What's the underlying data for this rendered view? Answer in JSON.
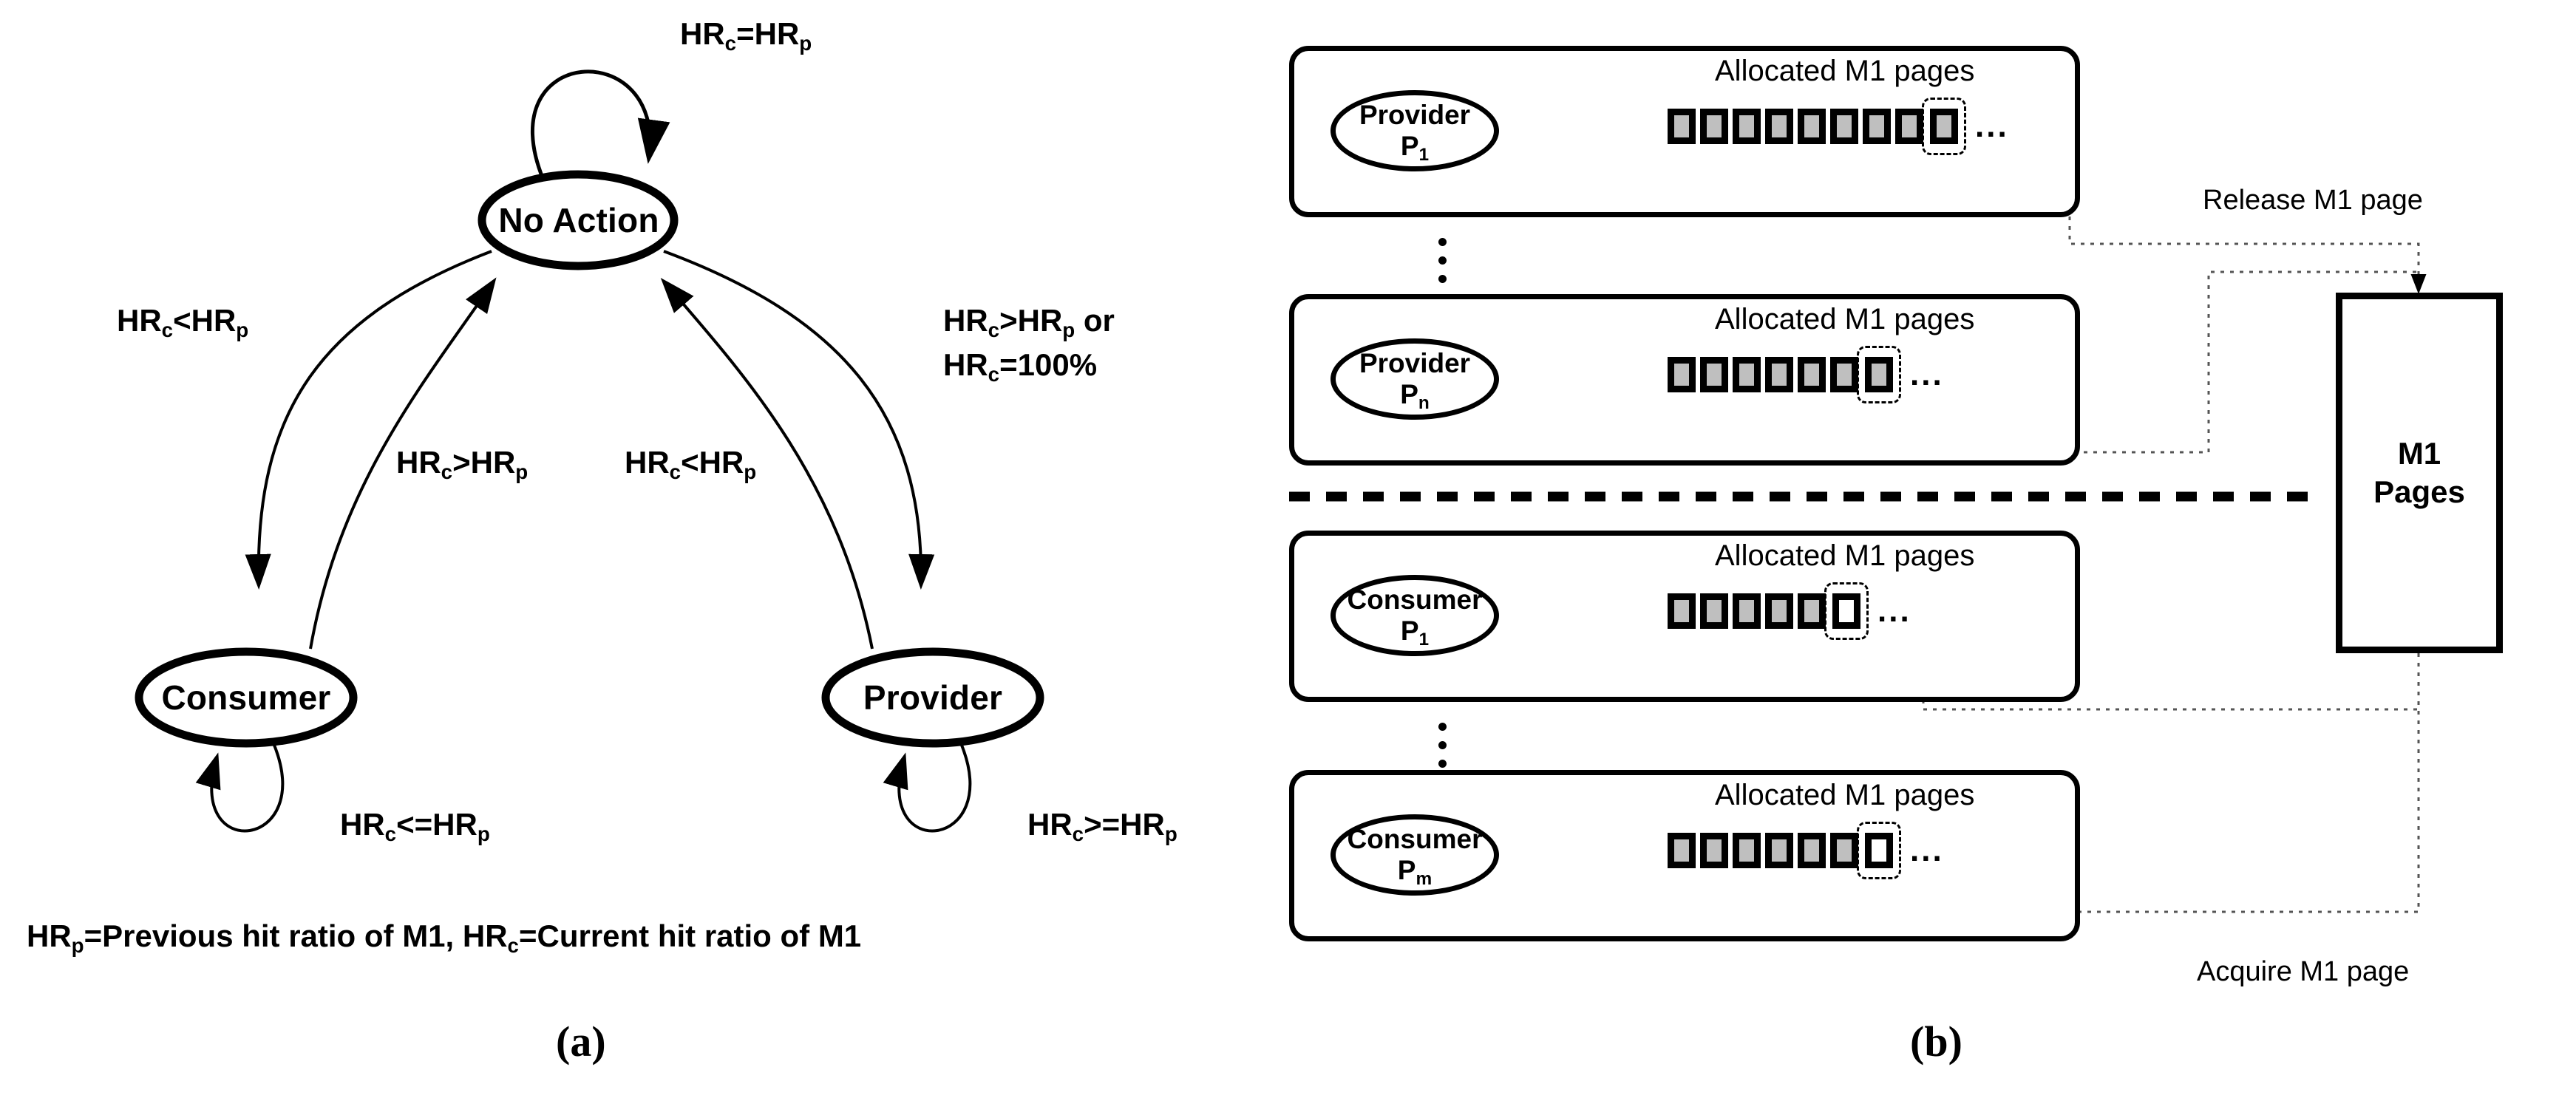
{
  "figure": {
    "panel_a": {
      "caption": "(a)",
      "nodes": [
        {
          "id": "no-action",
          "label": "No Action"
        },
        {
          "id": "consumer",
          "label": "Consumer"
        },
        {
          "id": "provider",
          "label": "Provider"
        }
      ],
      "transitions": [
        {
          "id": "self-no-action",
          "from": "no-action",
          "to": "no-action",
          "label_html": "HR<sub>c</sub>=HR<sub>p</sub>",
          "label_text": "HRc=HRp"
        },
        {
          "id": "noaction-to-consumer",
          "from": "no-action",
          "to": "consumer",
          "label_html": "HR<sub>c</sub>&lt;HR<sub>p</sub>",
          "label_text": "HRc<HRp"
        },
        {
          "id": "consumer-to-noaction",
          "from": "consumer",
          "to": "no-action",
          "label_html": "HR<sub>c</sub>&gt;HR<sub>p</sub>",
          "label_text": "HRc>HRp"
        },
        {
          "id": "provider-to-noaction",
          "from": "provider",
          "to": "no-action",
          "label_html": "HR<sub>c</sub>&lt;HR<sub>p</sub>",
          "label_text": "HRc<HRp"
        },
        {
          "id": "noaction-to-provider",
          "from": "no-action",
          "to": "provider",
          "label_html_line1": "HR<sub>c</sub>&gt;HR<sub>p</sub> or",
          "label_html_line2": "HR<sub>c</sub>=100%",
          "label_text": "HRc>HRp or HRc=100%"
        },
        {
          "id": "self-consumer",
          "from": "consumer",
          "to": "consumer",
          "label_html": "HR<sub>c</sub>&lt;=HR<sub>p</sub>",
          "label_text": "HRc<=HRp"
        },
        {
          "id": "self-provider",
          "from": "provider",
          "to": "provider",
          "label_html": "HR<sub>c</sub>&gt;=HR<sub>p</sub>",
          "label_text": "HRc>=HRp"
        }
      ],
      "legend_html": "HR<sub>p</sub>=Previous hit ratio of M1, HR<sub>c</sub>=Current hit ratio of M1",
      "legend_text": "HRp=Previous hit ratio of M1, HRc=Current hit ratio of M1"
    },
    "panel_b": {
      "caption": "(b)",
      "pool": {
        "label_line1": "M1",
        "label_line2": "Pages"
      },
      "flows": [
        {
          "id": "release",
          "label": "Release M1 page"
        },
        {
          "id": "acquire",
          "label": "Acquire M1 page"
        }
      ],
      "groups": [
        {
          "id": "provider-p1",
          "role": "Provider",
          "index_html": "P<sub>1</sub>",
          "index_text": "P1",
          "pages_label": "Allocated M1 pages",
          "ellipsis": "...",
          "pages": [
            "filled",
            "filled",
            "filled",
            "filled",
            "filled",
            "filled",
            "filled",
            "filled",
            "filled"
          ],
          "selected_index": 8,
          "selected_state": "filled"
        },
        {
          "id": "provider-pn",
          "role": "Provider",
          "index_html": "P<sub>n</sub>",
          "index_text": "Pn",
          "pages_label": "Allocated M1 pages",
          "ellipsis": "...",
          "pages": [
            "filled",
            "filled",
            "filled",
            "filled",
            "filled",
            "filled",
            "filled"
          ],
          "selected_index": 6,
          "selected_state": "filled"
        },
        {
          "id": "consumer-p1",
          "role": "Consumer",
          "index_html": "P<sub>1</sub>",
          "index_text": "P1",
          "pages_label": "Allocated M1 pages",
          "ellipsis": "...",
          "pages": [
            "filled",
            "filled",
            "filled",
            "filled",
            "filled",
            "empty"
          ],
          "selected_index": 5,
          "selected_state": "empty"
        },
        {
          "id": "consumer-pm",
          "role": "Consumer",
          "index_html": "P<sub>m</sub>",
          "index_text": "Pm",
          "pages_label": "Allocated M1 pages",
          "ellipsis": "...",
          "pages": [
            "filled",
            "filled",
            "filled",
            "filled",
            "filled",
            "filled",
            "empty"
          ],
          "selected_index": 6,
          "selected_state": "empty"
        }
      ],
      "vertical_dots": "⋮"
    },
    "colors": {
      "stroke": "#000000",
      "page_fill": "#bfbfbf",
      "page_empty": "#ffffff",
      "background": "#ffffff"
    }
  }
}
